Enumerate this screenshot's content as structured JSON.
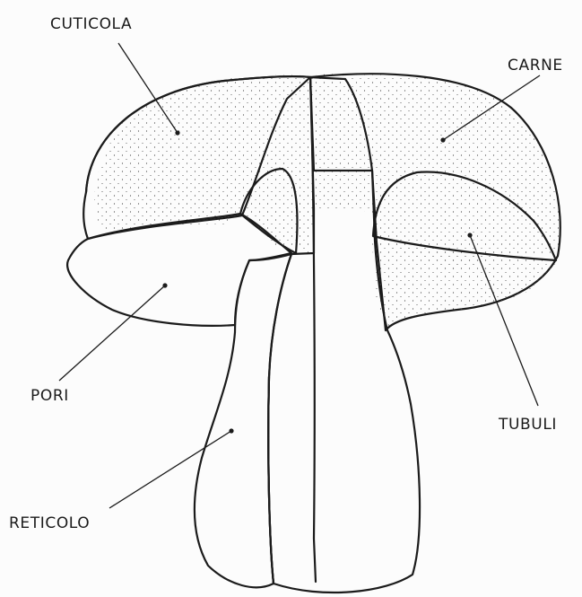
{
  "labels": {
    "cuticola": "CUTICOLA",
    "carne": "CARNE",
    "pori": "PORI",
    "tubuli": "TUBULI",
    "reticolo": "RETICOLO"
  },
  "colors": {
    "ink": "#1b1b1b",
    "paper": "#fcfcfc",
    "cap_dark": "#5a5a5a",
    "pores": "#d8d8d8",
    "reticulum": "#bdbdbd"
  }
}
